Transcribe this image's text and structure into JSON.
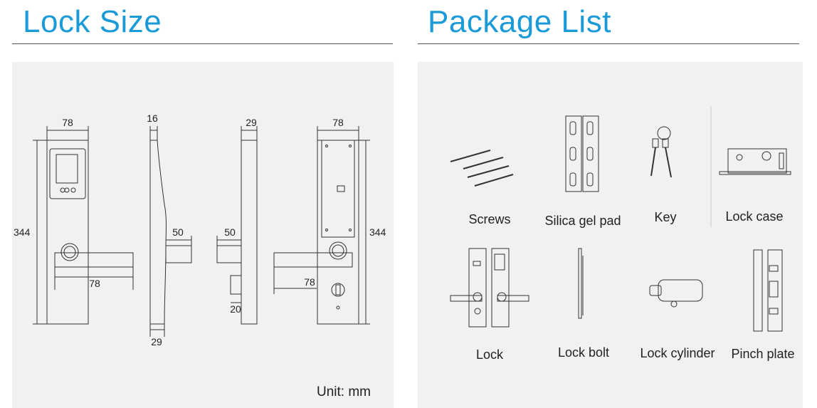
{
  "left": {
    "title": "Lock Size",
    "unit": "Unit: mm",
    "dims": {
      "w_front": "78",
      "h_front": "344",
      "handle_front": "78",
      "side_thick": "16",
      "side_base": "29",
      "side_handle": "50",
      "side2_thick": "29",
      "side2_handle": "50",
      "side2_small": "20",
      "w_back": "78",
      "h_back": "344",
      "handle_back": "78"
    }
  },
  "right": {
    "title": "Package List",
    "items": [
      {
        "label": "Screws"
      },
      {
        "label": "Silica gel pad"
      },
      {
        "label": "Key"
      },
      {
        "label": "Lock case"
      },
      {
        "label": "Lock"
      },
      {
        "label": "Lock bolt"
      },
      {
        "label": "Lock cylinder"
      },
      {
        "label": "Pinch plate"
      }
    ]
  }
}
